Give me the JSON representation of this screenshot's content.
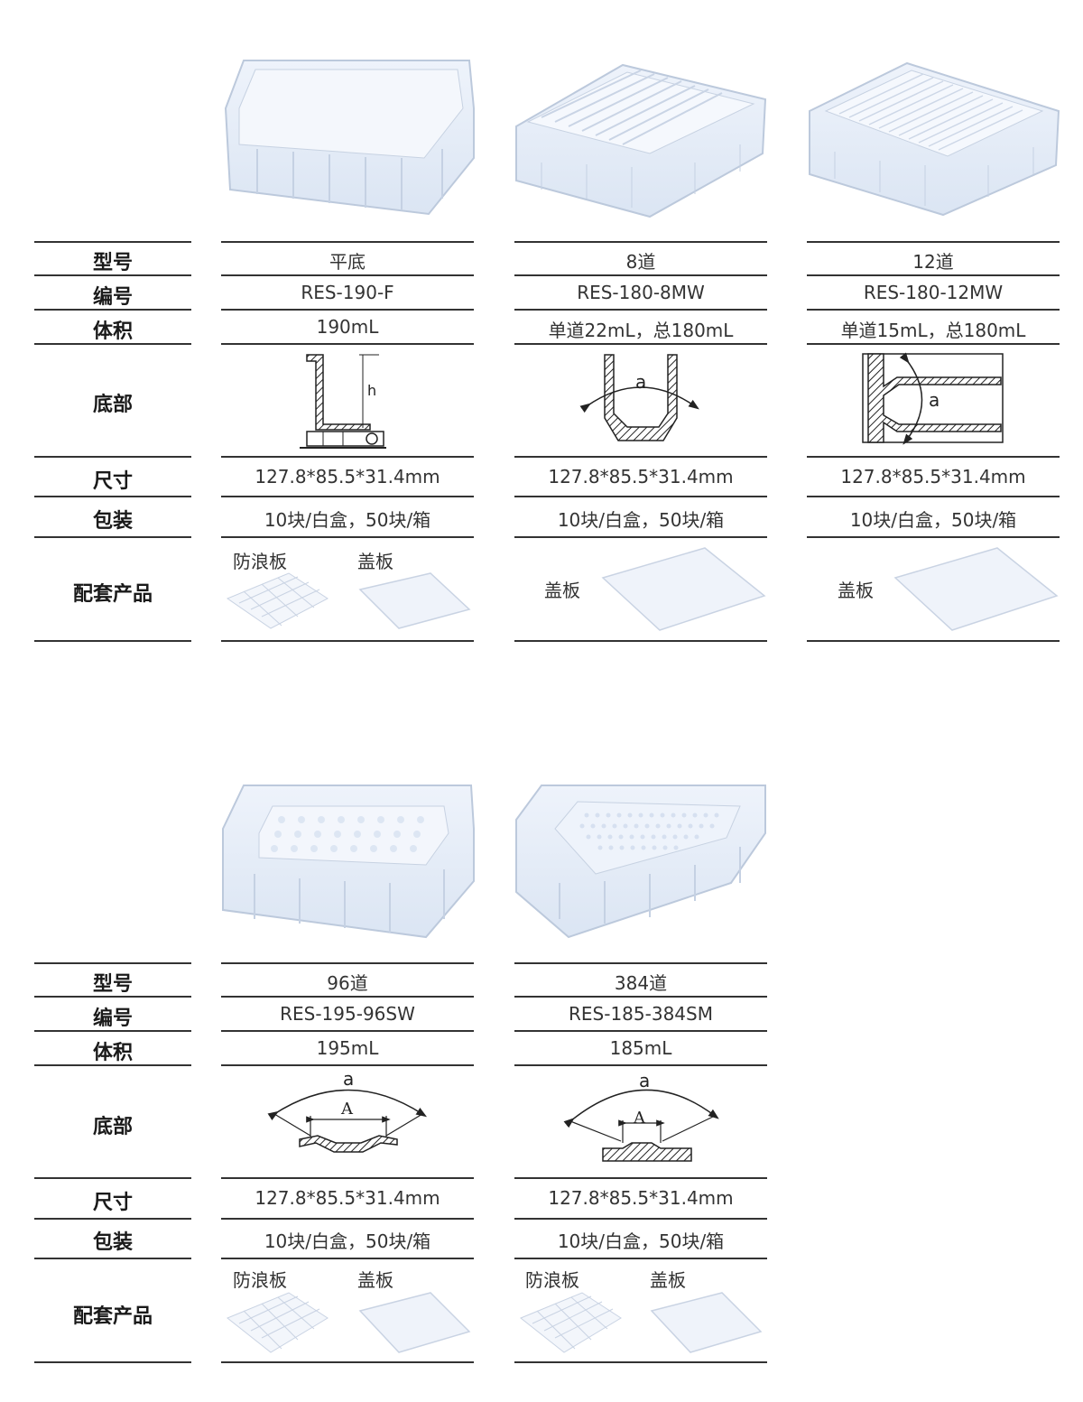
{
  "row_labels": {
    "model": "型号",
    "code": "编号",
    "volume": "体积",
    "bottom": "底部",
    "size": "尺寸",
    "package": "包装",
    "accessories": "配套产品"
  },
  "accessory_names": {
    "baffle": "防浪板",
    "lid": "盖板"
  },
  "diagram_labels": {
    "angle": "a",
    "width": "A",
    "height": "h"
  },
  "products": [
    {
      "model": "平底",
      "code": "RES-190-F",
      "volume": "190mL",
      "size": "127.8*85.5*31.4mm",
      "package": "10块/白盒，50块/箱"
    },
    {
      "model": "8道",
      "code": "RES-180-8MW",
      "volume": "单道22mL，总180mL",
      "size": "127.8*85.5*31.4mm",
      "package": "10块/白盒，50块/箱"
    },
    {
      "model": "12道",
      "code": "RES-180-12MW",
      "volume": "单道15mL，总180mL",
      "size": "127.8*85.5*31.4mm",
      "package": "10块/白盒，50块/箱"
    },
    {
      "model": "96道",
      "code": "RES-195-96SW",
      "volume": "195mL",
      "size": "127.8*85.5*31.4mm",
      "package": "10块/白盒，50块/箱"
    },
    {
      "model": "384道",
      "code": "RES-185-384SM",
      "volume": "185mL",
      "size": "127.8*85.5*31.4mm",
      "package": "10块/白盒，50块/箱"
    }
  ]
}
